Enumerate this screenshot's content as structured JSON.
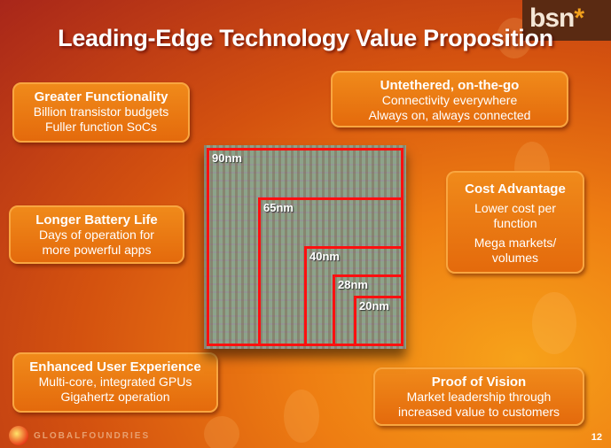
{
  "title": "Leading-Edge Technology Value Proposition",
  "logo": {
    "text": "bsn",
    "mark": "*"
  },
  "callouts": {
    "functionality": {
      "heading": "Greater Functionality",
      "lines": [
        "Billion transistor budgets",
        "Fuller function SoCs"
      ]
    },
    "untethered": {
      "heading": "Untethered, on-the-go",
      "lines": [
        "Connectivity everywhere",
        "Always on, always connected"
      ]
    },
    "battery": {
      "heading": "Longer Battery Life",
      "lines": [
        "Days of operation for",
        "more powerful apps"
      ]
    },
    "cost": {
      "heading": "Cost Advantage",
      "lines": [
        "Lower cost per",
        "function",
        "Mega markets/",
        "volumes"
      ]
    },
    "ux": {
      "heading": "Enhanced User Experience",
      "lines": [
        "Multi-core, integrated GPUs",
        "Gigahertz operation"
      ]
    },
    "vision": {
      "heading": "Proof of Vision",
      "lines": [
        "Market leadership through",
        "increased  value to customers"
      ]
    }
  },
  "nodes": [
    "90nm",
    "65nm",
    "40nm",
    "28nm",
    "20nm"
  ],
  "footer": {
    "company": "GLOBALFOUNDRIES",
    "page": "12"
  }
}
